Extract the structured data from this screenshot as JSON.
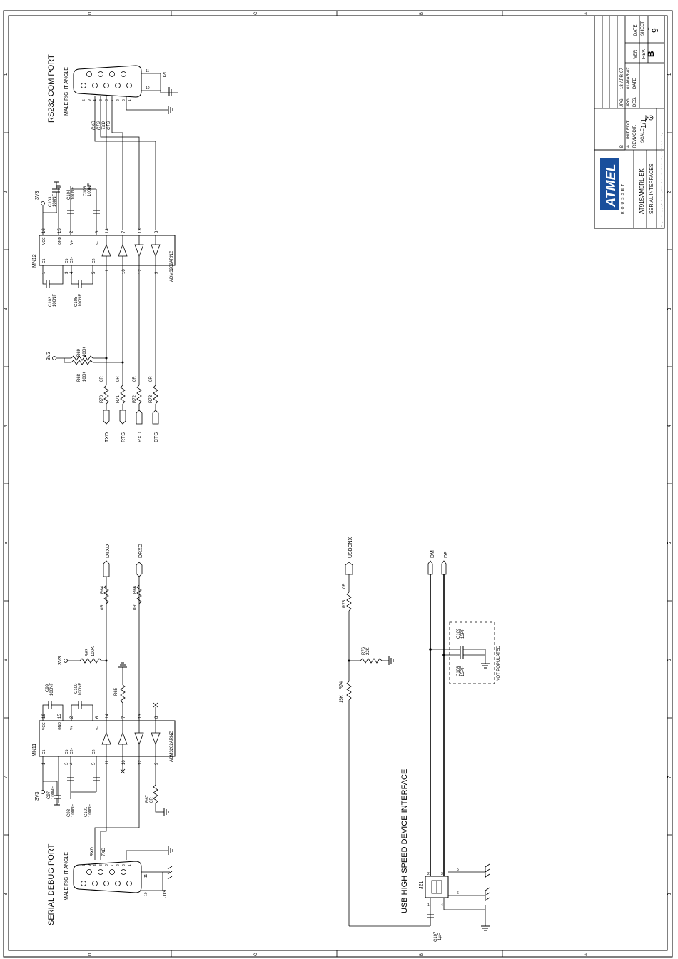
{
  "frame": {
    "top_letters": [
      "D",
      "C",
      "B",
      "A"
    ],
    "side_numbers": [
      "1",
      "2",
      "3",
      "4",
      "5",
      "6",
      "7",
      "8"
    ]
  },
  "rs232": {
    "title": "RS232 COM PORT",
    "subtitle": "MALE RIGHT ANGLE",
    "connector_ref": "J20",
    "pins_top": [
      "9",
      "8",
      "7",
      "6"
    ],
    "pins_bottom": [
      "5",
      "4",
      "3",
      "2",
      "1"
    ],
    "shell_pins": [
      "11",
      "10"
    ],
    "signals": [
      "RXD",
      "RTS",
      "TXD",
      "CTS"
    ]
  },
  "mn12": {
    "ref": "MN12",
    "part": "ADM3202ARNZ",
    "supply": "3V3",
    "pin_names_left": [
      "VCC",
      "GND",
      "V+",
      "V-"
    ],
    "pin_names_right": [
      "C1+",
      "C1-",
      "C2+",
      "C2-"
    ],
    "pins_left": [
      "16",
      "15",
      "2",
      "6"
    ],
    "pins_right": [
      "1",
      "3",
      "4",
      "5"
    ],
    "pins_out": [
      "14",
      "7",
      "13",
      "8"
    ],
    "pins_in": [
      "11",
      "10",
      "12",
      "9"
    ],
    "caps": [
      {
        "ref": "C103",
        "value": "100NF"
      },
      {
        "ref": "C104",
        "value": "100NF"
      },
      {
        "ref": "C106",
        "value": "100NF"
      },
      {
        "ref": "C102",
        "value": "100NF"
      },
      {
        "ref": "C105",
        "value": "100NF"
      }
    ],
    "pullups": [
      {
        "ref": "R69",
        "value": "100K"
      },
      {
        "ref": "R68",
        "value": "100K"
      }
    ],
    "series": [
      {
        "ref": "R70",
        "value": "0R",
        "net": "TXD"
      },
      {
        "ref": "R71",
        "value": "0R",
        "net": "RTS"
      },
      {
        "ref": "R72",
        "value": "0R",
        "net": "RXD"
      },
      {
        "ref": "R73",
        "value": "0R",
        "net": "CTS"
      }
    ]
  },
  "mn11": {
    "ref": "MN11",
    "part": "ADM3202ARNZ",
    "supply": "3V3",
    "pin_names_left": [
      "VCC",
      "GND",
      "V+",
      "V-"
    ],
    "pin_names_right": [
      "C1+",
      "C1-",
      "C2+",
      "C2-"
    ],
    "pins_left": [
      "16",
      "15",
      "2",
      "6"
    ],
    "pins_right": [
      "1",
      "3",
      "4",
      "5"
    ],
    "pins_out": [
      "14",
      "7",
      "13",
      "8"
    ],
    "pins_in": [
      "11",
      "10",
      "12",
      "9"
    ],
    "caps": [
      {
        "ref": "C99",
        "value": "100NF"
      },
      {
        "ref": "C100",
        "value": "100NF"
      },
      {
        "ref": "C97",
        "value": "100NF"
      },
      {
        "ref": "C98",
        "value": "100NF"
      },
      {
        "ref": "C101",
        "value": "100NF"
      }
    ],
    "resistors": [
      {
        "ref": "R64",
        "value": "0R",
        "net": "DTXD"
      },
      {
        "ref": "R66",
        "value": "0R",
        "net": "DRXD"
      },
      {
        "ref": "R63",
        "value": "100K"
      },
      {
        "ref": "R65",
        "value": ""
      },
      {
        "ref": "R67",
        "value": "0R"
      }
    ]
  },
  "debug": {
    "title": "SERIAL DEBUG PORT",
    "subtitle": "MALE RIGHT ANGLE",
    "connector_ref": "J19",
    "pins_top": [
      "9",
      "8",
      "7",
      "6"
    ],
    "pins_bottom": [
      "5",
      "4",
      "3",
      "2",
      "1"
    ],
    "shell_pins": [
      "11",
      "10"
    ],
    "signals": [
      "RXD",
      "TXD"
    ]
  },
  "usb": {
    "title": "USB HIGH SPEED DEVICE INTERFACE",
    "connector_ref": "J21",
    "pins": [
      "1",
      "2",
      "3",
      "4",
      "5",
      "6"
    ],
    "nets": [
      "USBCNX",
      "DM",
      "DP"
    ],
    "r75": {
      "ref": "R75",
      "value": "0R"
    },
    "r76": {
      "ref": "R76",
      "value": "22K"
    },
    "r74": {
      "ref": "R74",
      "value": "15K"
    },
    "c107": {
      "ref": "C107",
      "value": "1µF"
    },
    "c108": {
      "ref": "C108",
      "value": "15PF"
    },
    "c109": {
      "ref": "C109",
      "value": "15PF"
    },
    "note": "NOT POPULATED"
  },
  "title_block": {
    "company": "ATMEL",
    "company_sub": "ROUSSET",
    "board": "AT91SAM9RL-EK",
    "sheet_title": "SERIAL INTERFACES",
    "scale_label": "SCALE",
    "scale": "1/1",
    "rev_label": "REV.",
    "rev": "B",
    "sheet_label": "SHEET",
    "sheet": "9",
    "date_label": "DATE",
    "ver_label": "VER",
    "des_label": "DES.",
    "rows": [
      {
        "rev": "B",
        "modif": "",
        "des": "JPG",
        "date": "18-APR-07"
      },
      {
        "rev": "A",
        "modif": "INIT EDIT",
        "des": "JPG",
        "date": "01-MAR-07"
      },
      {
        "rev": "REV.",
        "modif": "MODIF.",
        "des": "DES.",
        "date": "DATE"
      }
    ],
    "legal": "This agreement is our property. Reproduction and publication without our written authorization shall expose offender to legal proceedings."
  }
}
